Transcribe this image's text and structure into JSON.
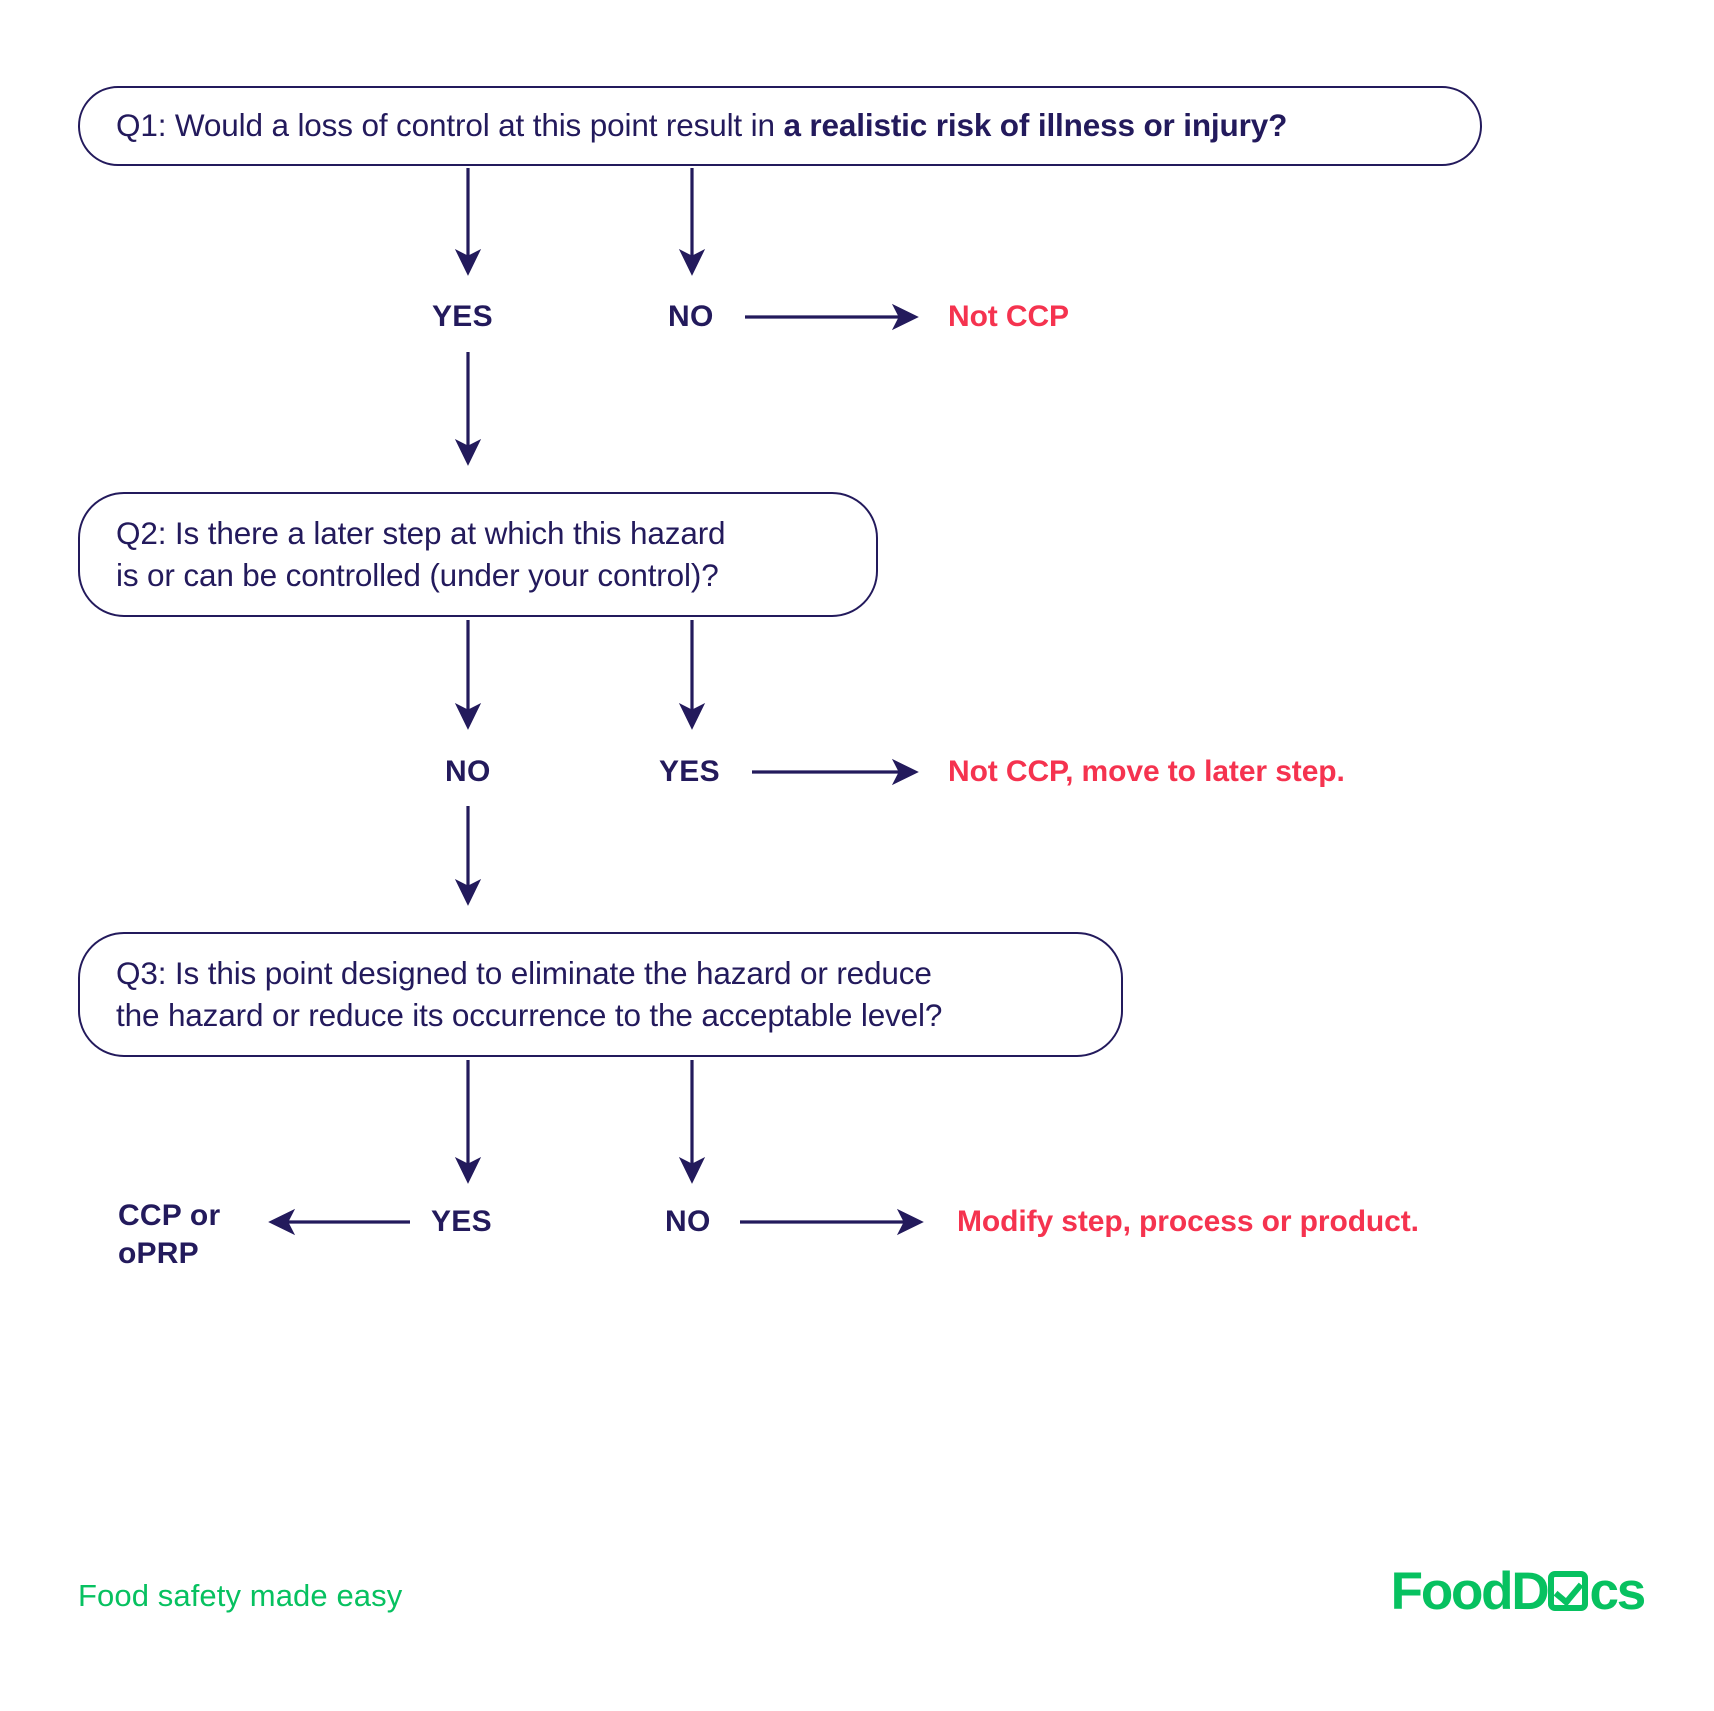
{
  "title": "CCP Decision Tree",
  "colors": {
    "navy": "#231a5c",
    "red": "#f5334f",
    "green": "#07c160",
    "background": "#ffffff"
  },
  "questions": [
    {
      "id": "q1",
      "lines": [
        {
          "plain": "Q1: Would a loss of control at this point result in ",
          "bold": "a realistic risk of illness or injury?"
        }
      ],
      "text_plain": "Q1: Would a loss of control at this point result in ",
      "text_bold": "a realistic risk of illness or injury?"
    },
    {
      "id": "q2",
      "line1": "Q2: Is there a later step at which this hazard",
      "line2": "is or can be controlled (under your control)?"
    },
    {
      "id": "q3",
      "line1": "Q3: Is this point designed to eliminate the hazard or reduce",
      "line2": "the hazard or reduce its occurrence to the acceptable level?"
    }
  ],
  "branches": {
    "q1_left": "YES",
    "q1_right": "NO",
    "q2_left": "NO",
    "q2_right": "YES",
    "q3_left": "YES",
    "q3_right": "NO"
  },
  "outcomes": {
    "q1_no": "Not CCP",
    "q2_yes": "Not CCP, move to later step.",
    "q3_no": "Modify step, process or product."
  },
  "terminal": {
    "ccp_line1": "CCP or",
    "ccp_line2": "oPRP"
  },
  "footer": {
    "tagline": "Food safety made easy",
    "logo_part1": "FoodD",
    "logo_part2": "cs",
    "logo_icon": "checkbox-check-icon"
  }
}
